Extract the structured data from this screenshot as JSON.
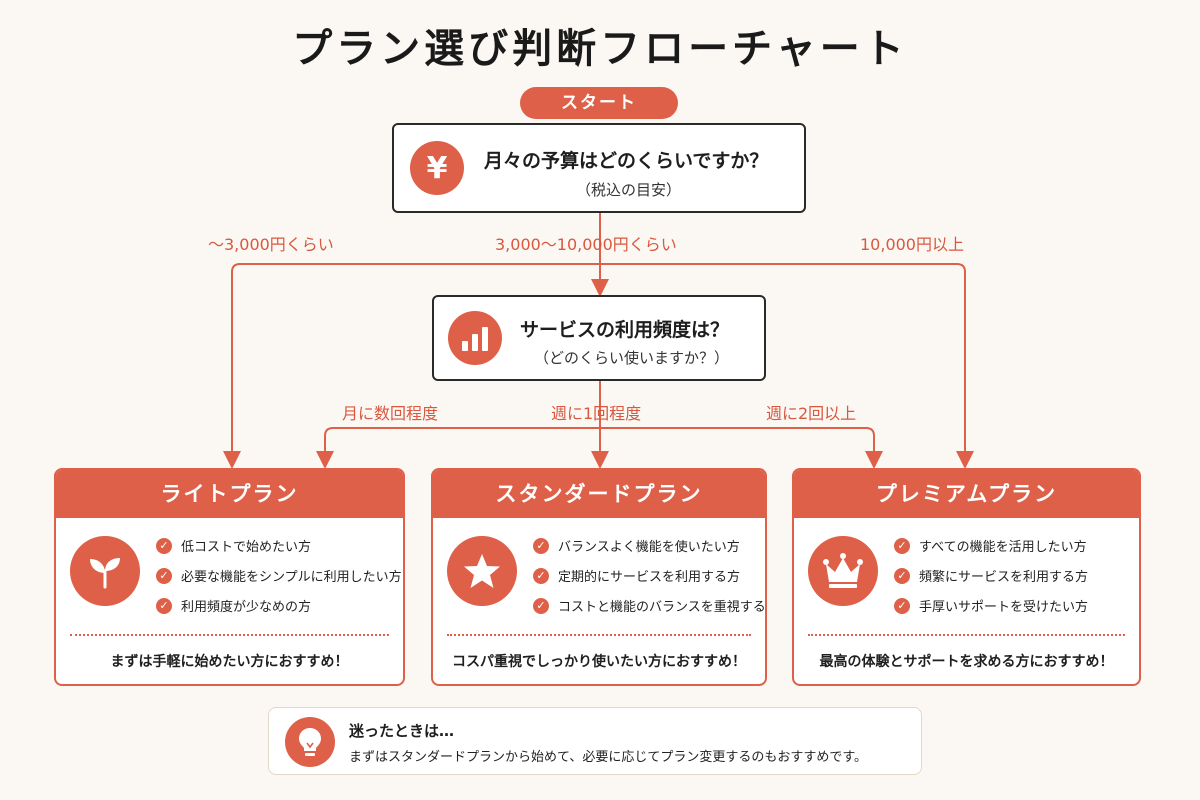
{
  "title": "プラン選び判断フローチャート",
  "start_label": "スタート",
  "question1": {
    "icon": "yen-icon",
    "main": "月々の予算はどのくらいですか？",
    "sub": "（税込の目安）"
  },
  "budget_branches": {
    "low": "〜3,000円くらい",
    "mid": "3,000〜10,000円くらい",
    "high": "10,000円以上"
  },
  "question2": {
    "icon": "bar-chart-icon",
    "main": "サービスの利用頻度は？",
    "sub": "（どのくらい使いますか？）"
  },
  "frequency_branches": {
    "monthly": "月に数回程度",
    "weekly_once": "週に1回程度",
    "weekly_twice": "週に2回以上"
  },
  "plans": [
    {
      "name": "ライトプラン",
      "icon": "sprout-icon",
      "features": [
        "低コストで始めたい方",
        "必要な機能をシンプルに利用したい方",
        "利用頻度が少なめの方"
      ],
      "recommendation": "まずは手軽に始めたい方におすすめ！"
    },
    {
      "name": "スタンダードプラン",
      "icon": "star-icon",
      "features": [
        "バランスよく機能を使いたい方",
        "定期的にサービスを利用する方",
        "コストと機能のバランスを重視する方"
      ],
      "recommendation": "コスパ重視でしっかり使いたい方におすすめ！"
    },
    {
      "name": "プレミアムプラン",
      "icon": "crown-icon",
      "features": [
        "すべての機能を活用したい方",
        "頻繁にサービスを利用する方",
        "手厚いサポートを受けたい方"
      ],
      "recommendation": "最高の体験とサポートを求める方におすすめ！"
    }
  ],
  "tip": {
    "icon": "lightbulb-icon",
    "title": "迷ったときは…",
    "body": "まずはスタンダードプランから始めて、必要に応じてプラン変更するのもおすすめです。"
  },
  "colors": {
    "accent": "#de6048",
    "background": "#fbf8f4",
    "text": "#1e1e1e"
  }
}
